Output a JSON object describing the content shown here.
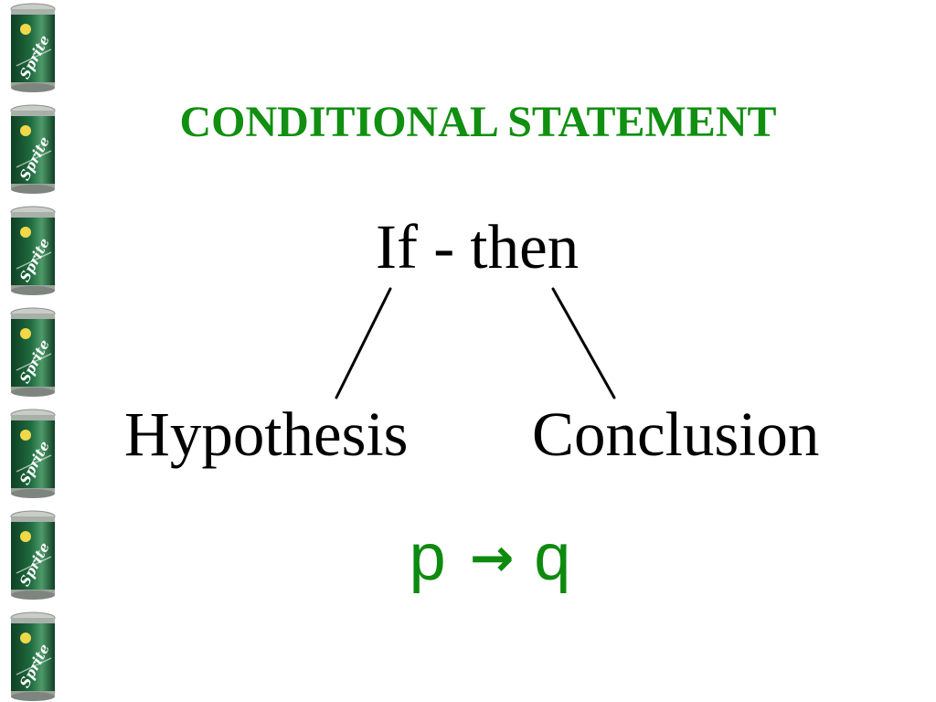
{
  "slide": {
    "title": "CONDITIONAL STATEMENT",
    "statement_form": "If - then",
    "parts": {
      "hypothesis": "Hypothesis",
      "conclusion": "Conclusion"
    },
    "notation": {
      "antecedent": "p",
      "arrow": "→",
      "consequent": "q"
    }
  },
  "decoration": {
    "can_brand": "Sprite",
    "can_count": 7,
    "can_icon": "soda-can-icon"
  },
  "colors": {
    "title": "#118f11",
    "notation": "#0e8a0e",
    "body_text": "#000000",
    "can_green": "#1f6b3f",
    "can_dark": "#0f3f23",
    "can_silver": "#c9cdc8",
    "can_yellow": "#f0d84a"
  }
}
